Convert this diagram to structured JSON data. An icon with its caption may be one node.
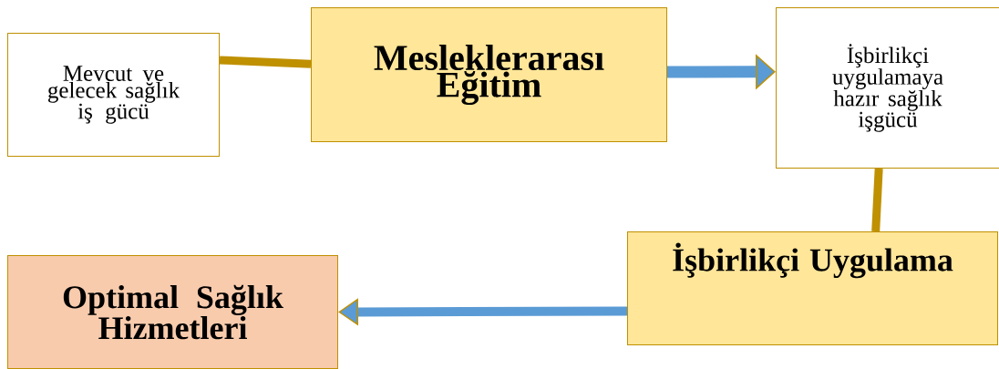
{
  "diagram": {
    "nodes": [
      {
        "text": [
          "Mevcut ve gelecek sağlık iş gücü"
        ]
      },
      {
        "text": [
          "Mesleklerarası Eğitim"
        ]
      },
      {
        "text": [
          "İşbirlikçi uygulamaya hazır sağlık işgücü"
        ]
      },
      {
        "text": [
          "İşbirlikçi Uygulama"
        ]
      },
      {
        "text": [
          "Optimal Sağlık Hizmetleri"
        ]
      }
    ],
    "edges": [
      {
        "from": 0,
        "to": 1,
        "arrow": "none",
        "color": "#bf9000"
      },
      {
        "from": 1,
        "to": 2,
        "arrow": "to",
        "color": "#5b9bd5"
      },
      {
        "from": 2,
        "to": 3,
        "arrow": "none",
        "color": "#bf9000"
      },
      {
        "from": 3,
        "to": 4,
        "arrow": "to",
        "color": "#5b9bd5"
      }
    ]
  }
}
